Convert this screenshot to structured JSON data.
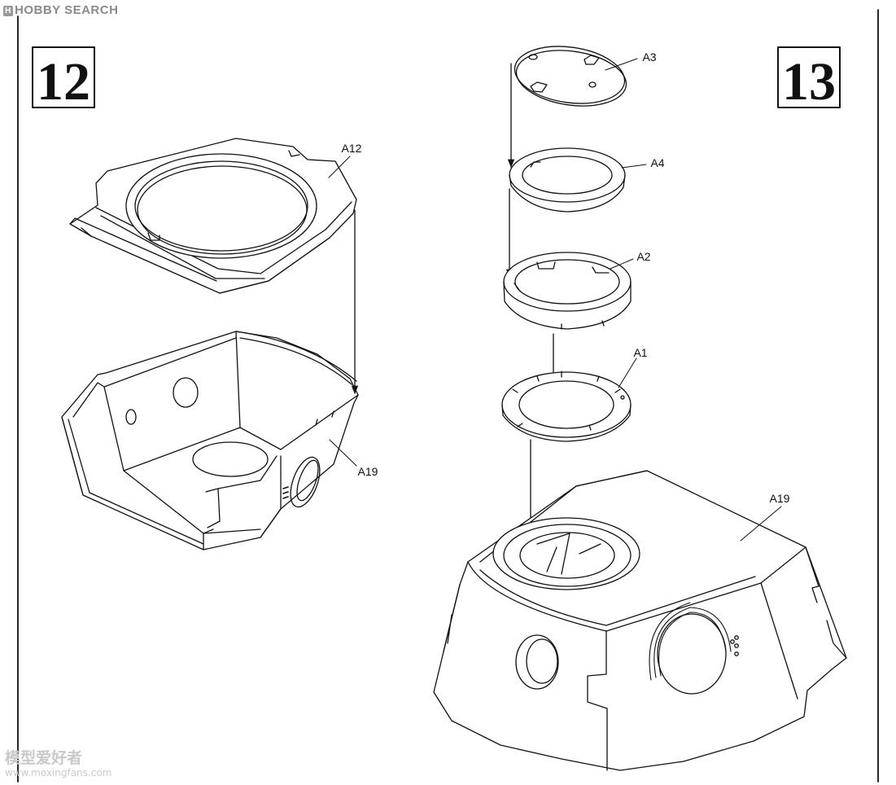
{
  "watermark": {
    "top": "HOBBY SEARCH",
    "bottom_cn": "模型爱好者",
    "bottom_url": "www.moxingfans.com"
  },
  "steps": [
    {
      "number": "12"
    },
    {
      "number": "13"
    }
  ],
  "parts": {
    "step12": [
      "A12",
      "A19"
    ],
    "step13": [
      "A3",
      "A4",
      "A2",
      "A1",
      "A19"
    ]
  }
}
